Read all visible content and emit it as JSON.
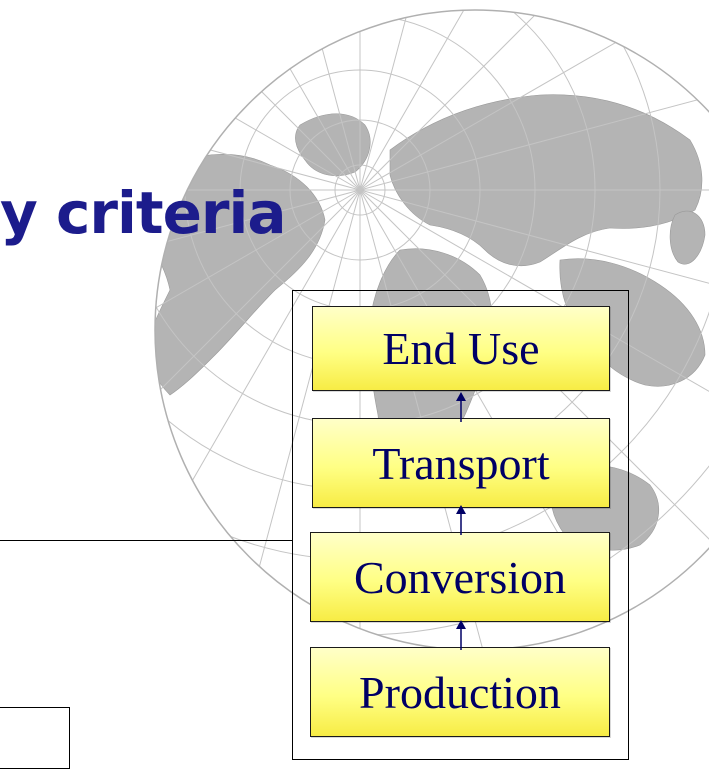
{
  "slide": {
    "title_fragment": "y criteria"
  },
  "stages": [
    {
      "label": "End Use"
    },
    {
      "label": "Transport"
    },
    {
      "label": "Conversion"
    },
    {
      "label": "Production"
    }
  ],
  "colors": {
    "title": "#1c1c8c",
    "stage_text": "#000066",
    "stage_fill_top": "#ffffc8",
    "stage_fill_bottom": "#f7ec45",
    "arrow": "#000066",
    "globe_land": "#b8b8b8",
    "globe_grid": "#c8c8c8"
  }
}
